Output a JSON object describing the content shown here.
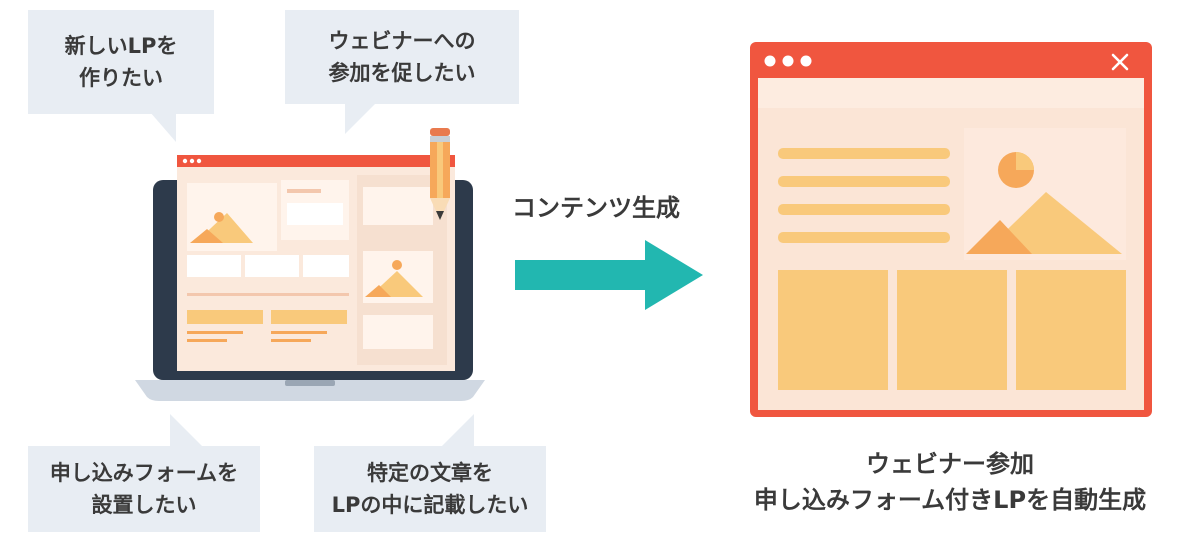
{
  "bubbles": {
    "top_left": [
      "新しいLPを",
      "作りたい"
    ],
    "top_right": [
      "ウェビナーへの",
      "参加を促したい"
    ],
    "bottom_left": [
      "申し込みフォームを",
      "設置したい"
    ],
    "bottom_right": [
      "特定の文章を",
      "LPの中に記載したい"
    ]
  },
  "arrow_label": "コンテンツ生成",
  "result_caption": [
    "ウェビナー参加",
    "申し込みフォーム付きLPを自動生成"
  ],
  "icons": {
    "laptop": "laptop-icon",
    "pencil": "pencil-icon",
    "arrow": "right-arrow-icon",
    "browser": "browser-window-icon",
    "close": "close-icon"
  },
  "colors": {
    "bubble_bg": "#e8edf3",
    "browser_frame": "#f0563f",
    "browser_body": "#fbe3d3",
    "block": "#f9c97b",
    "arrow": "#22b7b0",
    "laptop_frame": "#2d3a4b",
    "text": "#3a3a3a"
  }
}
